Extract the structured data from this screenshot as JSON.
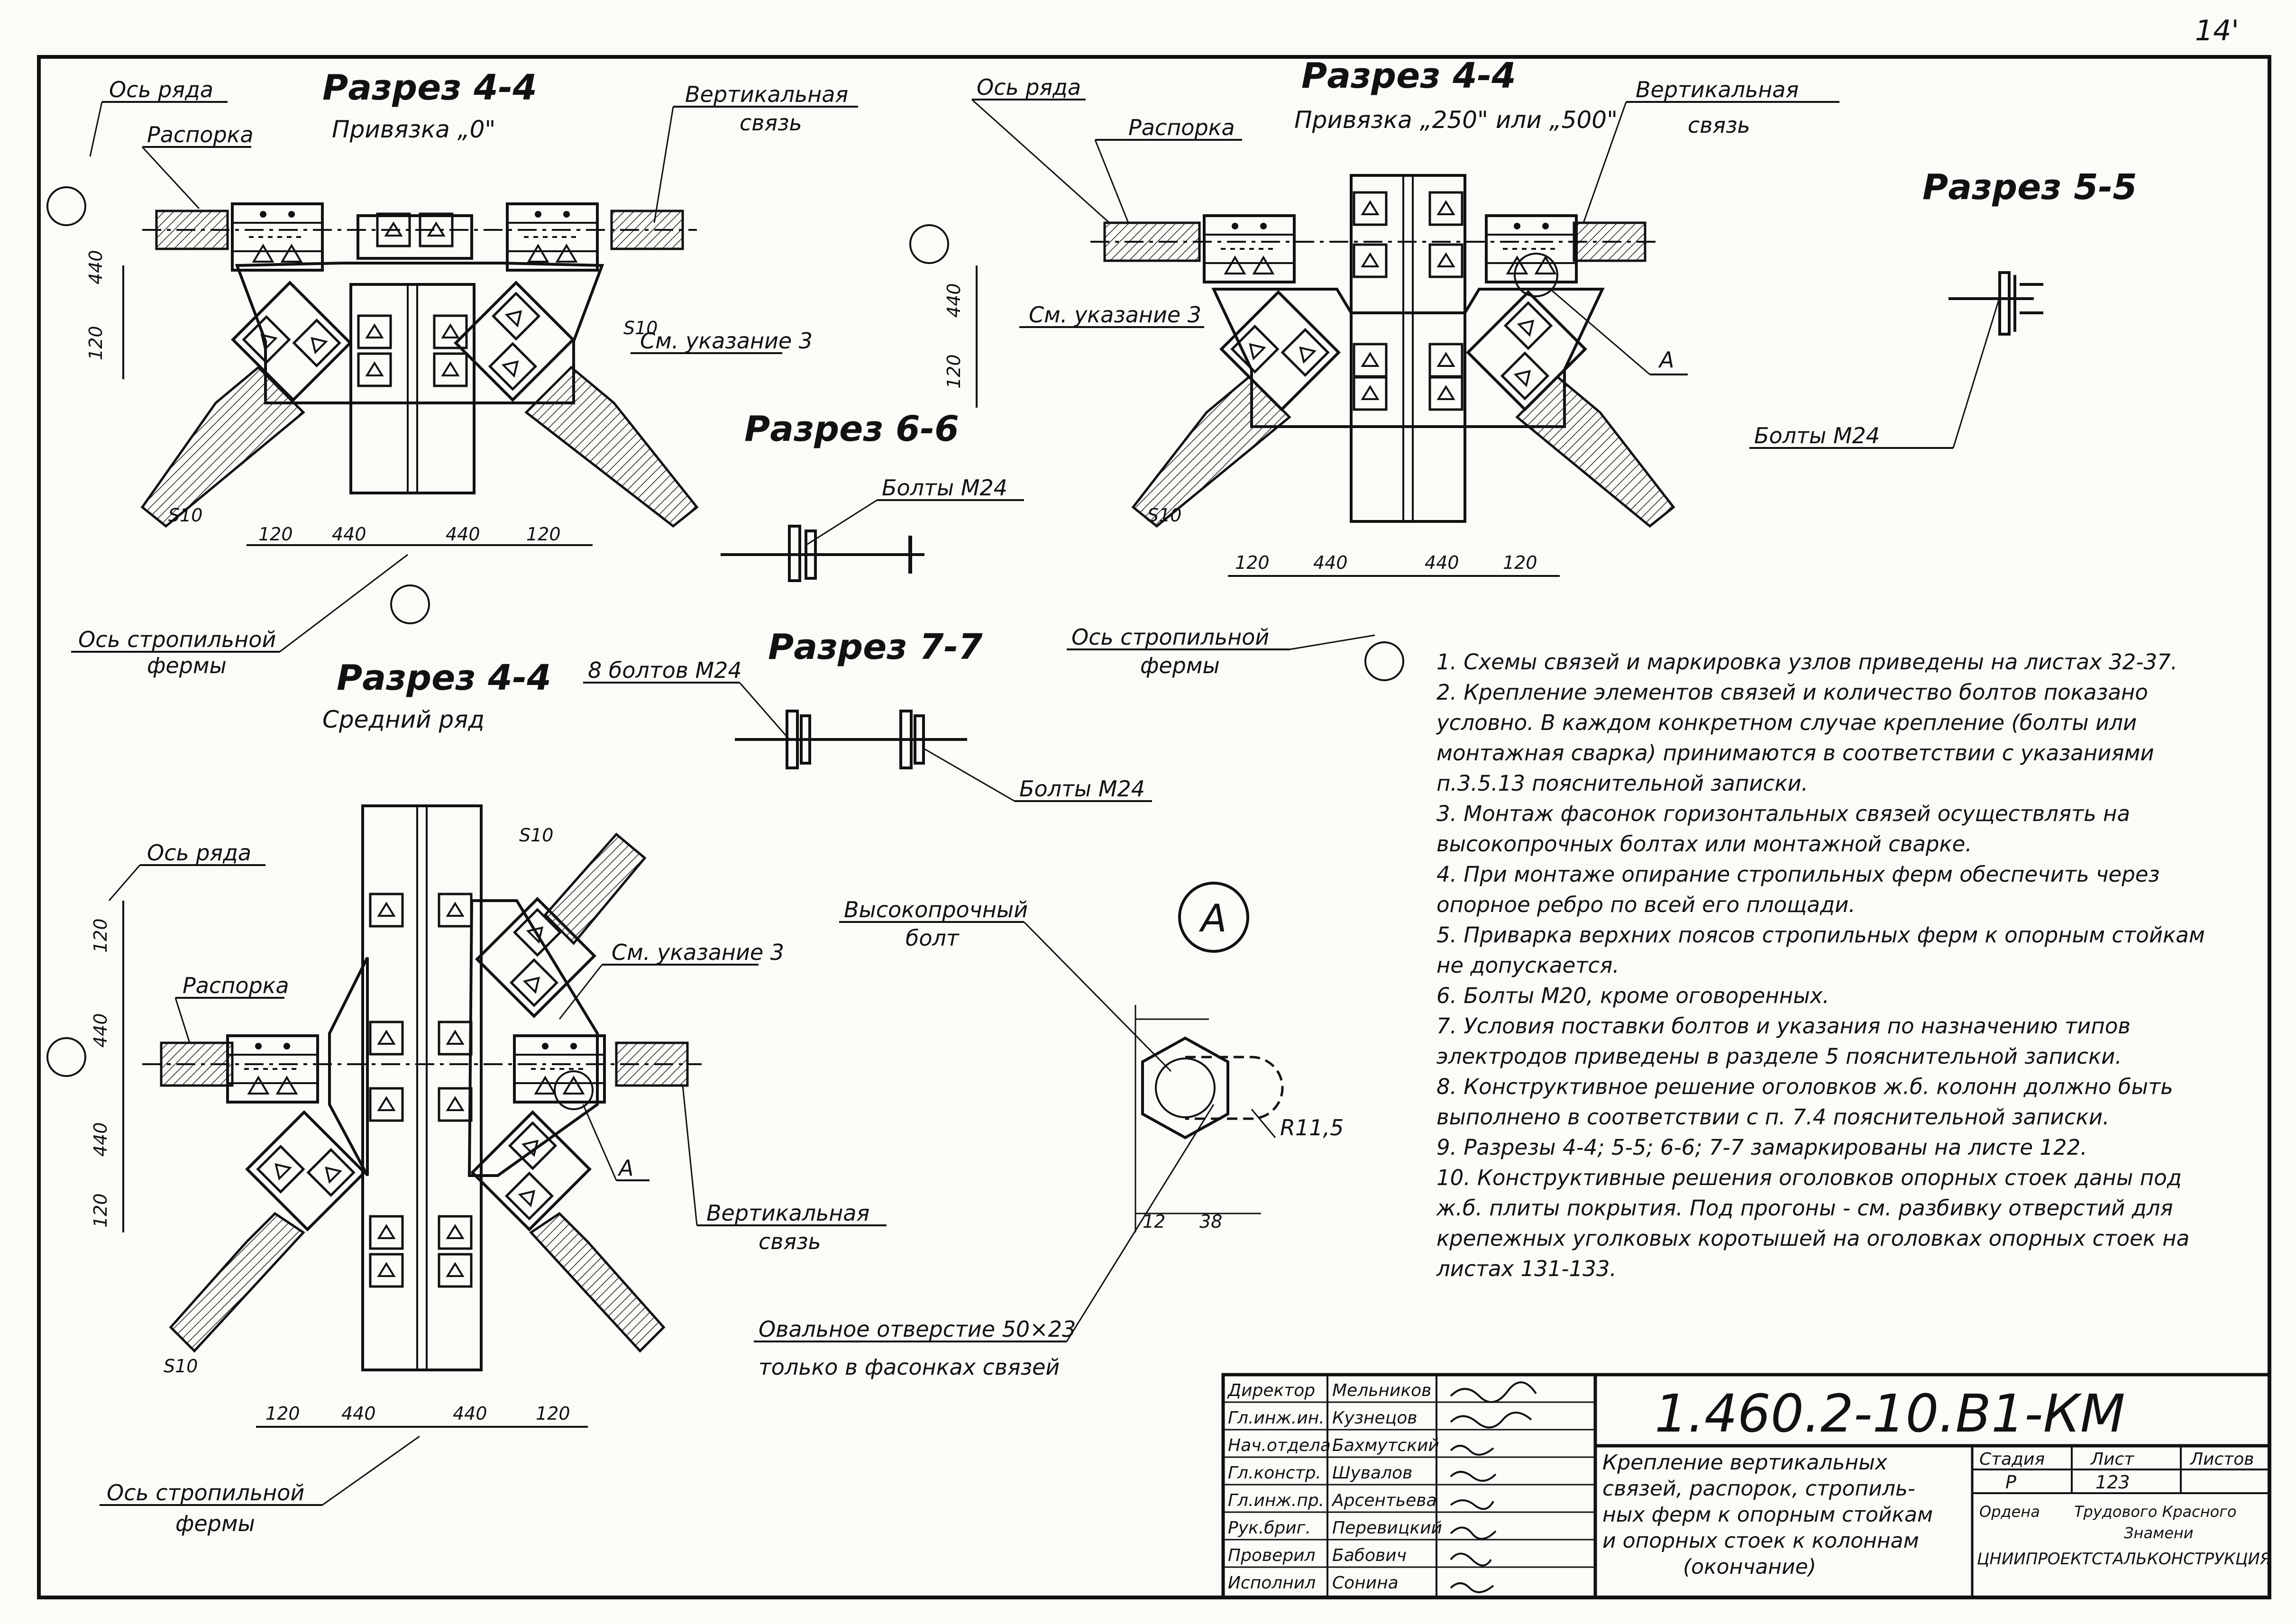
{
  "corner_mark": "14'",
  "sections": {
    "s44_a": {
      "title": "Разрез 4-4",
      "subtitle": "Привязка „0\""
    },
    "s44_b": {
      "title": "Разрез 4-4",
      "subtitle": "Привязка „250\" или „500\""
    },
    "s44_c": {
      "title": "Разрез 4-4",
      "subtitle": "Средний ряд"
    },
    "s55": {
      "title": "Разрез 5-5"
    },
    "s66": {
      "title": "Разрез 6-6"
    },
    "s77": {
      "title": "Разрез 7-7"
    }
  },
  "callouts": {
    "row_axis": "Ось ряда",
    "strut": "Распорка",
    "vertical_brace_1": "Вертикальная",
    "vertical_brace_2": "связь",
    "see_note3": "См. указание 3",
    "s10": "S10",
    "truss_axis_1": "Ось стропильной",
    "truss_axis_2": "фермы",
    "bolts_m24": "Болты М24",
    "eight_bolts": "8 болтов М24",
    "hs_bolt_1": "Высокопрочный",
    "hs_bolt_2": "болт",
    "oval_1": "Овальное отверстие 50×23",
    "oval_2": "только в фасонках связей",
    "detail_A": "А",
    "r_label": "R11,5"
  },
  "dims": {
    "d120": "120",
    "d440": "440",
    "d12": "12",
    "d38": "38"
  },
  "notes": [
    "1. Схемы связей и маркировка узлов приведены на листах 32-37.",
    "2. Крепление элементов связей и количество болтов показано условно. В каждом конкретном случае крепление (болты или монтажная сварка) принимаются в соответствии с указаниями п.3.5.13 пояснительной записки.",
    "3. Монтаж фасонок горизонтальных связей осуществлять на высокопрочных болтах или монтажной сварке.",
    "4. При монтаже опирание стропильных ферм обеспечить через опорное ребро по всей его площади.",
    "5. Приварка верхних поясов стропильных ферм к опорным стойкам не допускается.",
    "6. Болты М20, кроме оговоренных.",
    "7. Условия поставки болтов и указания по назначению типов электродов приведены в разделе 5 пояснительной записки.",
    "8. Конструктивное решение оголовков ж.б. колонн должно быть выполнено в соответствии с п. 7.4 пояснительной записки.",
    "9. Разрезы 4-4; 5-5; 6-6; 7-7 замаркированы на листе 122.",
    "10. Конструктивные решения оголовков опорных стоек даны под ж.б. плиты покрытия. Под прогоны - см. разбивку отверстий для крепежных уголковых коротышей на оголовках опорных стоек на листах 131-133."
  ],
  "stamp": {
    "code": "1.460.2-10.В1-КМ",
    "rows": [
      {
        "role": "Директор",
        "name": "Мельников"
      },
      {
        "role": "Гл.инж.ин.",
        "name": "Кузнецов"
      },
      {
        "role": "Нач.отдела",
        "name": "Бахмутский"
      },
      {
        "role": "Гл.констр.",
        "name": "Шувалов"
      },
      {
        "role": "Гл.инж.пр.",
        "name": "Арсентьева"
      },
      {
        "role": "Рук.бриг.",
        "name": "Перевицкий"
      },
      {
        "role": "Проверил",
        "name": "Бабович"
      },
      {
        "role": "Исполнил",
        "name": "Сонина"
      }
    ],
    "description": [
      "Крепление вертикальных",
      "связей, распорок, стропиль-",
      "ных ферм к опорным стойкам",
      "и опорных стоек к колоннам",
      "(окончание)"
    ],
    "stage_label": "Стадия",
    "sheet_label": "Лист",
    "sheets_label": "Листов",
    "stage_value": "Р",
    "sheet_value": "123",
    "org": [
      "Ордена",
      "Трудового Красного",
      "Знамени",
      "ЦНИИПРОЕКТСТАЛЬКОНСТРУКЦИЯ"
    ]
  }
}
